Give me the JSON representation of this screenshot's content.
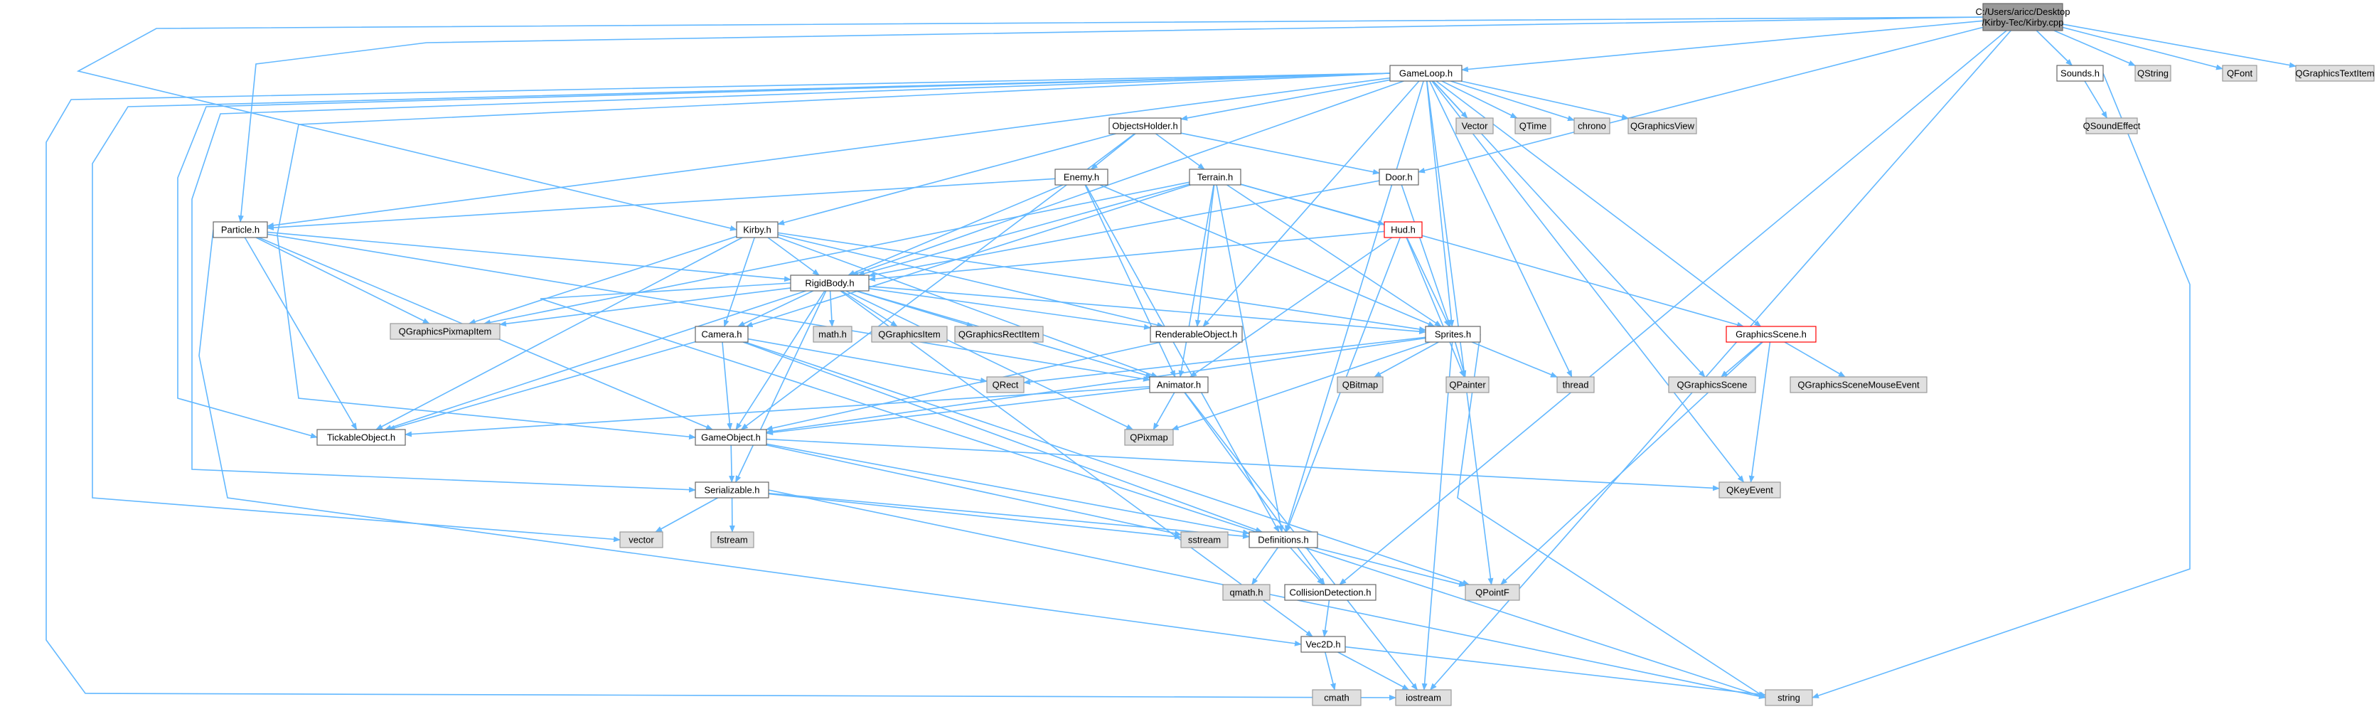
{
  "graph": {
    "colors": {
      "edge": "#63b8ff",
      "root_fill": "#999999",
      "root_border": "#666666",
      "file_fill": "#ffffff",
      "file_border": "#666666",
      "external_fill": "#e0e0e0",
      "external_border": "#999999",
      "truncated_border": "#ff0000"
    },
    "nodes": [
      {
        "id": "kirby_cpp",
        "lines": [
          "C:/Users/aricc/Desktop",
          "/Kirby-Tec/Kirby.cpp"
        ],
        "kind": "root"
      },
      {
        "id": "gameloop_h",
        "lines": [
          "GameLoop.h"
        ],
        "kind": "file"
      },
      {
        "id": "sounds_h",
        "lines": [
          "Sounds.h"
        ],
        "kind": "file"
      },
      {
        "id": "qstring",
        "lines": [
          "QString"
        ],
        "kind": "external"
      },
      {
        "id": "qfont",
        "lines": [
          "QFont"
        ],
        "kind": "external"
      },
      {
        "id": "qgraphicstextitem",
        "lines": [
          "QGraphicsTextItem"
        ],
        "kind": "external"
      },
      {
        "id": "qsoundeffect",
        "lines": [
          "QSoundEffect"
        ],
        "kind": "external"
      },
      {
        "id": "objectsholder_h",
        "lines": [
          "ObjectsHolder.h"
        ],
        "kind": "file"
      },
      {
        "id": "vector_cap",
        "lines": [
          "Vector"
        ],
        "kind": "external"
      },
      {
        "id": "qtime",
        "lines": [
          "QTime"
        ],
        "kind": "external"
      },
      {
        "id": "chrono",
        "lines": [
          "chrono"
        ],
        "kind": "external"
      },
      {
        "id": "qgraphicsview",
        "lines": [
          "QGraphicsView"
        ],
        "kind": "external"
      },
      {
        "id": "enemy_h",
        "lines": [
          "Enemy.h"
        ],
        "kind": "file"
      },
      {
        "id": "terrain_h",
        "lines": [
          "Terrain.h"
        ],
        "kind": "file"
      },
      {
        "id": "door_h",
        "lines": [
          "Door.h"
        ],
        "kind": "file"
      },
      {
        "id": "particle_h",
        "lines": [
          "Particle.h"
        ],
        "kind": "file"
      },
      {
        "id": "kirby_h",
        "lines": [
          "Kirby.h"
        ],
        "kind": "file"
      },
      {
        "id": "hud_h",
        "lines": [
          "Hud.h"
        ],
        "kind": "truncated"
      },
      {
        "id": "rigidbody_h",
        "lines": [
          "RigidBody.h"
        ],
        "kind": "file"
      },
      {
        "id": "qgraphicspixmapitem",
        "lines": [
          "QGraphicsPixmapItem"
        ],
        "kind": "external"
      },
      {
        "id": "camera_h",
        "lines": [
          "Camera.h"
        ],
        "kind": "file"
      },
      {
        "id": "math_h",
        "lines": [
          "math.h"
        ],
        "kind": "external"
      },
      {
        "id": "qgraphicsitem",
        "lines": [
          "QGraphicsItem"
        ],
        "kind": "external"
      },
      {
        "id": "qgraphicsrectitem",
        "lines": [
          "QGraphicsRectItem"
        ],
        "kind": "external"
      },
      {
        "id": "renderableobject_h",
        "lines": [
          "RenderableObject.h"
        ],
        "kind": "file"
      },
      {
        "id": "sprites_h",
        "lines": [
          "Sprites.h"
        ],
        "kind": "file"
      },
      {
        "id": "graphicsscene_h",
        "lines": [
          "GraphicsScene.h"
        ],
        "kind": "truncated"
      },
      {
        "id": "qrect",
        "lines": [
          "QRect"
        ],
        "kind": "external"
      },
      {
        "id": "animator_h",
        "lines": [
          "Animator.h"
        ],
        "kind": "file"
      },
      {
        "id": "qbitmap",
        "lines": [
          "QBitmap"
        ],
        "kind": "external"
      },
      {
        "id": "qpainter",
        "lines": [
          "QPainter"
        ],
        "kind": "external"
      },
      {
        "id": "thread",
        "lines": [
          "thread"
        ],
        "kind": "external"
      },
      {
        "id": "qgraphicsscene",
        "lines": [
          "QGraphicsScene"
        ],
        "kind": "external"
      },
      {
        "id": "qgraphicsscenemouseevent",
        "lines": [
          "QGraphicsSceneMouseEvent"
        ],
        "kind": "external"
      },
      {
        "id": "tickableobject_h",
        "lines": [
          "TickableObject.h"
        ],
        "kind": "file"
      },
      {
        "id": "gameobject_h",
        "lines": [
          "GameObject.h"
        ],
        "kind": "file"
      },
      {
        "id": "qpixmap",
        "lines": [
          "QPixmap"
        ],
        "kind": "external"
      },
      {
        "id": "qkeyevent",
        "lines": [
          "QKeyEvent"
        ],
        "kind": "external"
      },
      {
        "id": "serializable_h",
        "lines": [
          "Serializable.h"
        ],
        "kind": "file"
      },
      {
        "id": "vector_lc",
        "lines": [
          "vector"
        ],
        "kind": "external"
      },
      {
        "id": "fstream",
        "lines": [
          "fstream"
        ],
        "kind": "external"
      },
      {
        "id": "sstream",
        "lines": [
          "sstream"
        ],
        "kind": "external"
      },
      {
        "id": "definitions_h",
        "lines": [
          "Definitions.h"
        ],
        "kind": "file"
      },
      {
        "id": "qmath_h",
        "lines": [
          "qmath.h"
        ],
        "kind": "external"
      },
      {
        "id": "collisiondetection_h",
        "lines": [
          "CollisionDetection.h"
        ],
        "kind": "file"
      },
      {
        "id": "qpointf",
        "lines": [
          "QPointF"
        ],
        "kind": "external"
      },
      {
        "id": "vec2d_h",
        "lines": [
          "Vec2D.h"
        ],
        "kind": "file"
      },
      {
        "id": "cmath",
        "lines": [
          "cmath"
        ],
        "kind": "external"
      },
      {
        "id": "iostream",
        "lines": [
          "iostream"
        ],
        "kind": "external"
      },
      {
        "id": "string",
        "lines": [
          "string"
        ],
        "kind": "external"
      }
    ],
    "edges": [
      [
        "kirby_cpp",
        "gameloop_h"
      ],
      [
        "kirby_cpp",
        "sounds_h"
      ],
      [
        "kirby_cpp",
        "qstring"
      ],
      [
        "kirby_cpp",
        "qfont"
      ],
      [
        "kirby_cpp",
        "qgraphicstextitem"
      ],
      [
        "kirby_cpp",
        "kirby_h"
      ],
      [
        "kirby_cpp",
        "particle_h"
      ],
      [
        "kirby_cpp",
        "door_h"
      ],
      [
        "kirby_cpp",
        "collisiondetection_h"
      ],
      [
        "kirby_cpp",
        "iostream"
      ],
      [
        "sounds_h",
        "qsoundeffect"
      ],
      [
        "sounds_h",
        "string"
      ],
      [
        "gameloop_h",
        "objectsholder_h"
      ],
      [
        "gameloop_h",
        "vector_cap"
      ],
      [
        "gameloop_h",
        "qtime"
      ],
      [
        "gameloop_h",
        "chrono"
      ],
      [
        "gameloop_h",
        "qgraphicsview"
      ],
      [
        "gameloop_h",
        "rigidbody_h"
      ],
      [
        "gameloop_h",
        "renderableobject_h"
      ],
      [
        "gameloop_h",
        "sprites_h"
      ],
      [
        "gameloop_h",
        "graphicsscene_h"
      ],
      [
        "gameloop_h",
        "qgraphicsscene"
      ],
      [
        "gameloop_h",
        "thread"
      ],
      [
        "gameloop_h",
        "qkeyevent"
      ],
      [
        "gameloop_h",
        "qpointf"
      ],
      [
        "gameloop_h",
        "definitions_h"
      ],
      [
        "gameloop_h",
        "particle_h"
      ],
      [
        "gameloop_h",
        "tickableobject_h"
      ],
      [
        "gameloop_h",
        "serializable_h"
      ],
      [
        "gameloop_h",
        "vector_lc"
      ],
      [
        "gameloop_h",
        "iostream"
      ],
      [
        "gameloop_h",
        "gameobject_h"
      ],
      [
        "objectsholder_h",
        "enemy_h"
      ],
      [
        "objectsholder_h",
        "terrain_h"
      ],
      [
        "objectsholder_h",
        "door_h"
      ],
      [
        "objectsholder_h",
        "kirby_h"
      ],
      [
        "objectsholder_h",
        "gameobject_h"
      ],
      [
        "enemy_h",
        "rigidbody_h"
      ],
      [
        "enemy_h",
        "sprites_h"
      ],
      [
        "enemy_h",
        "animator_h"
      ],
      [
        "enemy_h",
        "particle_h"
      ],
      [
        "enemy_h",
        "definitions_h"
      ],
      [
        "terrain_h",
        "rigidbody_h"
      ],
      [
        "terrain_h",
        "hud_h"
      ],
      [
        "terrain_h",
        "sprites_h"
      ],
      [
        "terrain_h",
        "renderableobject_h"
      ],
      [
        "terrain_h",
        "definitions_h"
      ],
      [
        "terrain_h",
        "camera_h"
      ],
      [
        "terrain_h",
        "graphicsscene_h"
      ],
      [
        "terrain_h",
        "qgraphicspixmapitem"
      ],
      [
        "terrain_h",
        "animator_h"
      ],
      [
        "door_h",
        "rigidbody_h"
      ],
      [
        "door_h",
        "sprites_h"
      ],
      [
        "particle_h",
        "rigidbody_h"
      ],
      [
        "particle_h",
        "qgraphicspixmapitem"
      ],
      [
        "particle_h",
        "tickableobject_h"
      ],
      [
        "particle_h",
        "gameobject_h"
      ],
      [
        "particle_h",
        "vec2d_h"
      ],
      [
        "particle_h",
        "animator_h"
      ],
      [
        "kirby_h",
        "rigidbody_h"
      ],
      [
        "kirby_h",
        "camera_h"
      ],
      [
        "kirby_h",
        "sprites_h"
      ],
      [
        "kirby_h",
        "animator_h"
      ],
      [
        "kirby_h",
        "qgraphicspixmapitem"
      ],
      [
        "kirby_h",
        "tickableobject_h"
      ],
      [
        "kirby_h",
        "renderableobject_h"
      ],
      [
        "hud_h",
        "rigidbody_h"
      ],
      [
        "hud_h",
        "sprites_h"
      ],
      [
        "hud_h",
        "animator_h"
      ],
      [
        "hud_h",
        "qpainter"
      ],
      [
        "hud_h",
        "definitions_h"
      ],
      [
        "rigidbody_h",
        "qgraphicspixmapitem"
      ],
      [
        "rigidbody_h",
        "camera_h"
      ],
      [
        "rigidbody_h",
        "math_h"
      ],
      [
        "rigidbody_h",
        "qgraphicsitem"
      ],
      [
        "rigidbody_h",
        "qgraphicsrectitem"
      ],
      [
        "rigidbody_h",
        "renderableobject_h"
      ],
      [
        "rigidbody_h",
        "sprites_h"
      ],
      [
        "rigidbody_h",
        "animator_h"
      ],
      [
        "rigidbody_h",
        "tickableobject_h"
      ],
      [
        "rigidbody_h",
        "gameobject_h"
      ],
      [
        "rigidbody_h",
        "serializable_h"
      ],
      [
        "rigidbody_h",
        "vec2d_h"
      ],
      [
        "rigidbody_h",
        "qpixmap"
      ],
      [
        "rigidbody_h",
        "string"
      ],
      [
        "camera_h",
        "gameobject_h"
      ],
      [
        "camera_h",
        "tickableobject_h"
      ],
      [
        "camera_h",
        "qrect"
      ],
      [
        "camera_h",
        "definitions_h"
      ],
      [
        "camera_h",
        "qpointf"
      ],
      [
        "renderableobject_h",
        "gameobject_h"
      ],
      [
        "sprites_h",
        "qbitmap"
      ],
      [
        "sprites_h",
        "qpainter"
      ],
      [
        "sprites_h",
        "thread"
      ],
      [
        "sprites_h",
        "qrect"
      ],
      [
        "sprites_h",
        "qpixmap"
      ],
      [
        "sprites_h",
        "iostream"
      ],
      [
        "sprites_h",
        "string"
      ],
      [
        "sprites_h",
        "gameobject_h"
      ],
      [
        "graphicsscene_h",
        "qgraphicsscene"
      ],
      [
        "graphicsscene_h",
        "qgraphicsscenemouseevent"
      ],
      [
        "graphicsscene_h",
        "qkeyevent"
      ],
      [
        "graphicsscene_h",
        "qpointf"
      ],
      [
        "animator_h",
        "qpixmap"
      ],
      [
        "animator_h",
        "gameobject_h"
      ],
      [
        "animator_h",
        "tickableobject_h"
      ],
      [
        "animator_h",
        "collisiondetection_h"
      ],
      [
        "animator_h",
        "iostream"
      ],
      [
        "gameobject_h",
        "serializable_h"
      ],
      [
        "gameobject_h",
        "qkeyevent"
      ],
      [
        "gameobject_h",
        "sstream"
      ],
      [
        "gameobject_h",
        "definitions_h"
      ],
      [
        "serializable_h",
        "vector_lc"
      ],
      [
        "serializable_h",
        "fstream"
      ],
      [
        "serializable_h",
        "sstream"
      ],
      [
        "serializable_h",
        "string"
      ],
      [
        "serializable_h",
        "definitions_h"
      ],
      [
        "definitions_h",
        "qmath_h"
      ],
      [
        "definitions_h",
        "collisiondetection_h"
      ],
      [
        "definitions_h",
        "qpointf"
      ],
      [
        "collisiondetection_h",
        "vec2d_h"
      ],
      [
        "vec2d_h",
        "cmath"
      ],
      [
        "vec2d_h",
        "iostream"
      ],
      [
        "vec2d_h",
        "string"
      ]
    ]
  }
}
